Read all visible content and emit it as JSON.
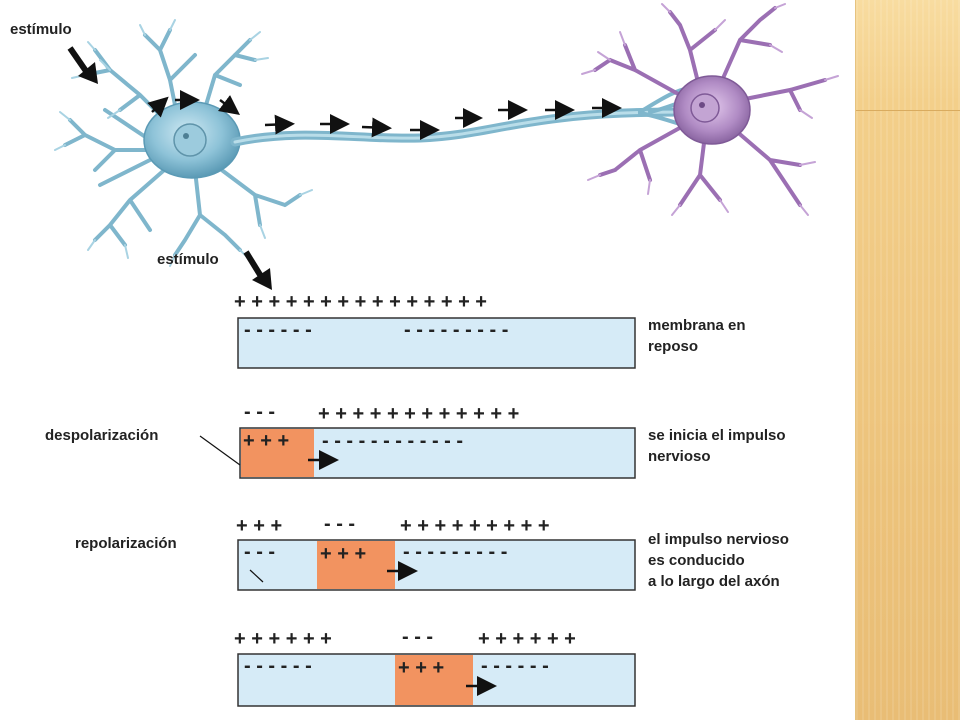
{
  "stimulus_top": "estímulo",
  "stimulus_bottom": "estímulo",
  "rows": [
    {
      "outer": "+ + + + + + + + + + + + + + +",
      "inner_left": "- - - - - -",
      "inner_right": "- - - - - - - - -",
      "depol": "",
      "side_label": [
        "membrana en",
        "reposo"
      ],
      "left_label": ""
    },
    {
      "outer_neg": "- - -",
      "outer_pos": "+ + + + + + + + + + + +",
      "depol": "+ + +",
      "inner_right": "- - - - - - - - - - - -",
      "side_label": [
        "se inicia el impulso",
        "nervioso"
      ],
      "left_label": "despolarización"
    },
    {
      "outer_pos_left": "+ + +",
      "outer_neg": "- - -",
      "outer_pos_right": "+ + + + + + + + +",
      "inner_left": "- - -",
      "depol": "+ + +",
      "inner_right": "- - - - - - - - -",
      "side_label": [
        "el impulso nervioso",
        "es conducido",
        "a lo largo del axón"
      ],
      "left_label": "repolarización"
    },
    {
      "outer_pos_left": "+ + + + + +",
      "outer_neg": "- - -",
      "outer_pos_right": "+ + + + + +",
      "inner_left": "- - - - - -",
      "depol": "+ + +",
      "inner_right": "- - - - - -",
      "side_label": [],
      "left_label": ""
    }
  ],
  "colors": {
    "membrane_fill": "#d6ebf7",
    "depolarized_fill": "#f29360",
    "neuron_blue": "#8ec3d8",
    "neuron_purple": "#a87bbd",
    "panel": "#f0c983"
  }
}
